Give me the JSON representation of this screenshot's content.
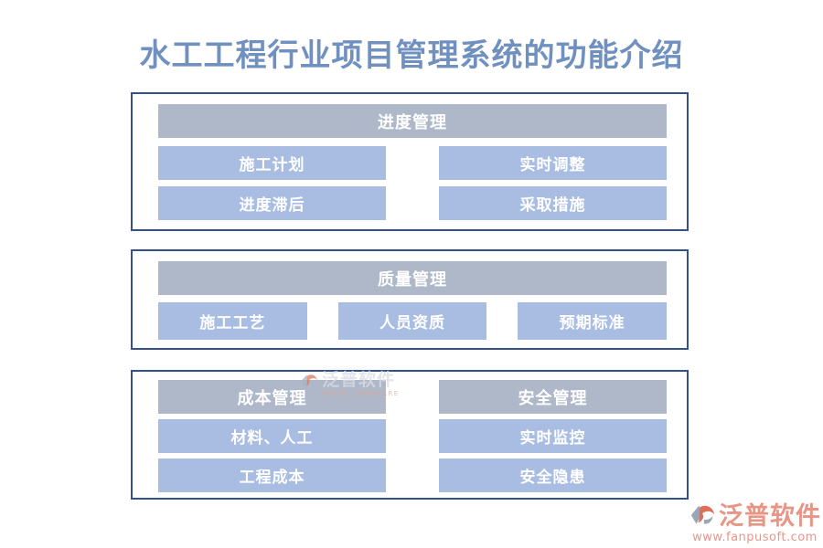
{
  "title": "水工工程行业项目管理系统的功能介绍",
  "colors": {
    "title_text": "#7090c0",
    "panel_border": "#34508e",
    "header_bg": "#aeb8c8",
    "block_bg": "#a9bde3",
    "block_text": "#ffffff",
    "logo_salmon": "#e99585",
    "logo_orange": "#dd7057",
    "logo_gray": "#9aa5b8"
  },
  "panels": [
    {
      "id": "progress",
      "header": "进度管理",
      "buttons": [
        "施工计划",
        "实时调整",
        "进度滞后",
        "采取措施"
      ]
    },
    {
      "id": "quality",
      "header": "质量管理",
      "buttons": [
        "施工工艺",
        "人员资质",
        "预期标准"
      ]
    },
    {
      "id": "cost-safety",
      "columns": [
        {
          "header": "成本管理",
          "buttons": [
            "材料、人工",
            "工程成本"
          ]
        },
        {
          "header": "安全管理",
          "buttons": [
            "实时监控",
            "安全隐患"
          ]
        }
      ]
    }
  ],
  "watermark": {
    "text": "泛普软件",
    "subtext": "FANPU SOFTWARE"
  },
  "footer": {
    "brand": "泛普软件",
    "url": "www.fanpusoft.com"
  }
}
